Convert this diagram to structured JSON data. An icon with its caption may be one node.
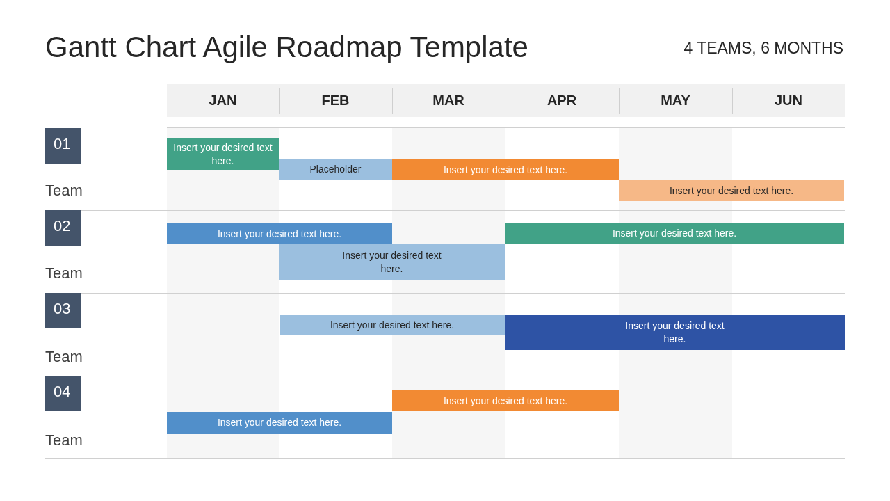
{
  "diagram": {
    "title": "Gantt Chart Agile Roadmap Template",
    "nodes": [
      {
        "text": [
          "01"
        ],
        "beside": [
          "Team"
        ]
      },
      {
        "text": [
          "Insert your desired text here."
        ]
      },
      {
        "text": [
          "Placeholder"
        ]
      },
      {
        "text": [
          "Insert your desired text here."
        ]
      },
      {
        "text": [
          "Insert your desired text here."
        ]
      },
      {
        "text": [
          "02"
        ],
        "beside": [
          "Team"
        ]
      },
      {
        "text": [
          "Insert your desired text here."
        ]
      },
      {
        "text": [
          "Insert your desired text here."
        ]
      },
      {
        "text": [
          "Insert your desired text here."
        ]
      },
      {
        "text": [
          "03"
        ],
        "beside": [
          "Team"
        ]
      },
      {
        "text": [
          "Insert your desired text here."
        ]
      },
      {
        "text": [
          "Insert your desired text here."
        ]
      },
      {
        "text": [
          "04"
        ],
        "beside": [
          "Team"
        ]
      },
      {
        "text": [
          "Insert your desired text here."
        ]
      },
      {
        "text": [
          "Insert your desired text here."
        ]
      }
    ],
    "edges": [],
    "labels": [
      "4 TEAMS, 6 MONTHS",
      "JAN",
      "FEB",
      "MAR",
      "APR",
      "MAY",
      "JUN"
    ]
  }
}
